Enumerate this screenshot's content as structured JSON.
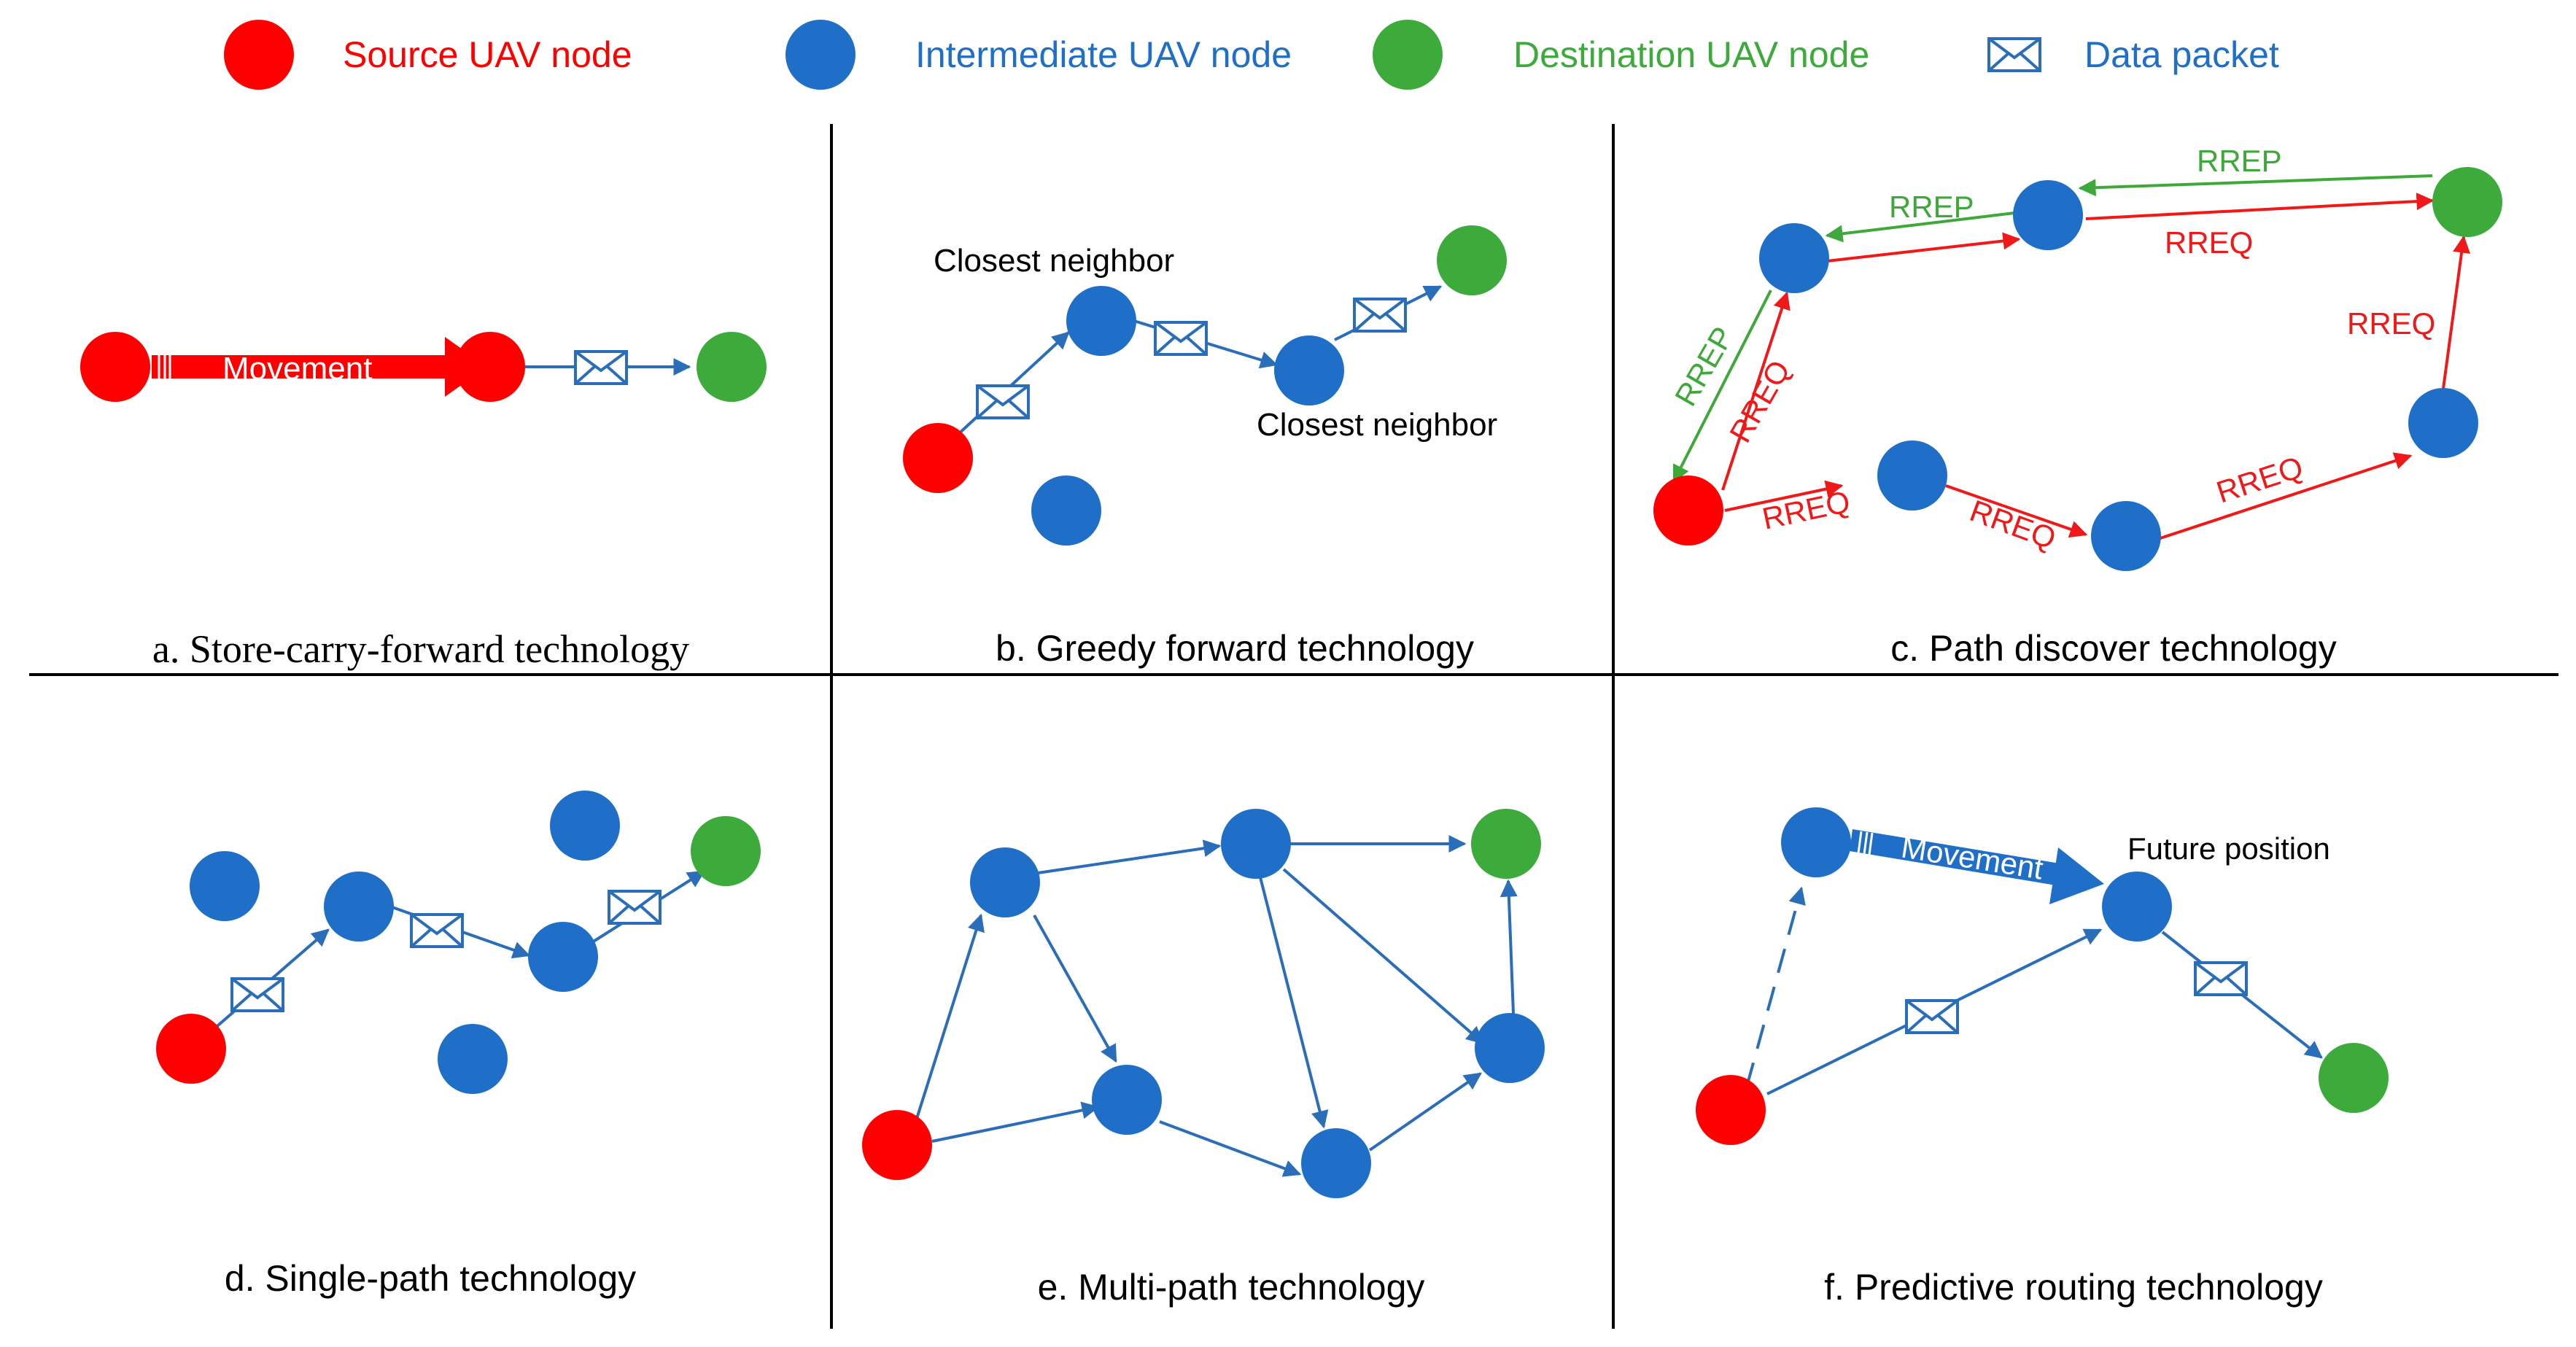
{
  "colors": {
    "source": "#ff0000",
    "intermediate": "#1f6fc8",
    "destination": "#3dab3b",
    "link": "#2a6db8",
    "request": "#f01818",
    "reply": "#3fa83a"
  },
  "legend": {
    "source_label": "Source UAV node",
    "intermediate_label": "Intermediate UAV node",
    "destination_label": "Destination UAV node",
    "packet_label": "Data packet",
    "packet_icon": "envelope-icon"
  },
  "panels": {
    "a": {
      "caption": "a. Store-carry-forward technology",
      "movement_label": "Movement"
    },
    "b": {
      "caption": "b. Greedy forward technology",
      "neighbor_label_1": "Closest neighbor",
      "neighbor_label_2": "Closest neighbor"
    },
    "c": {
      "caption": "c. Path discover technology",
      "rrep_top": "RREP",
      "rrep_mid": "RREP",
      "rrep_left": "RREP",
      "rreq_top": "RREQ",
      "rreq_left": "RREQ",
      "rreq_b1": "RREQ",
      "rreq_b2": "RREQ",
      "rreq_b3": "RREQ",
      "rreq_right": "RREQ"
    },
    "d": {
      "caption": "d. Single-path technology"
    },
    "e": {
      "caption": "e. Multi-path technology"
    },
    "f": {
      "caption": "f. Predictive routing technology",
      "movement_label": "Movement",
      "future_label": "Future position"
    }
  }
}
